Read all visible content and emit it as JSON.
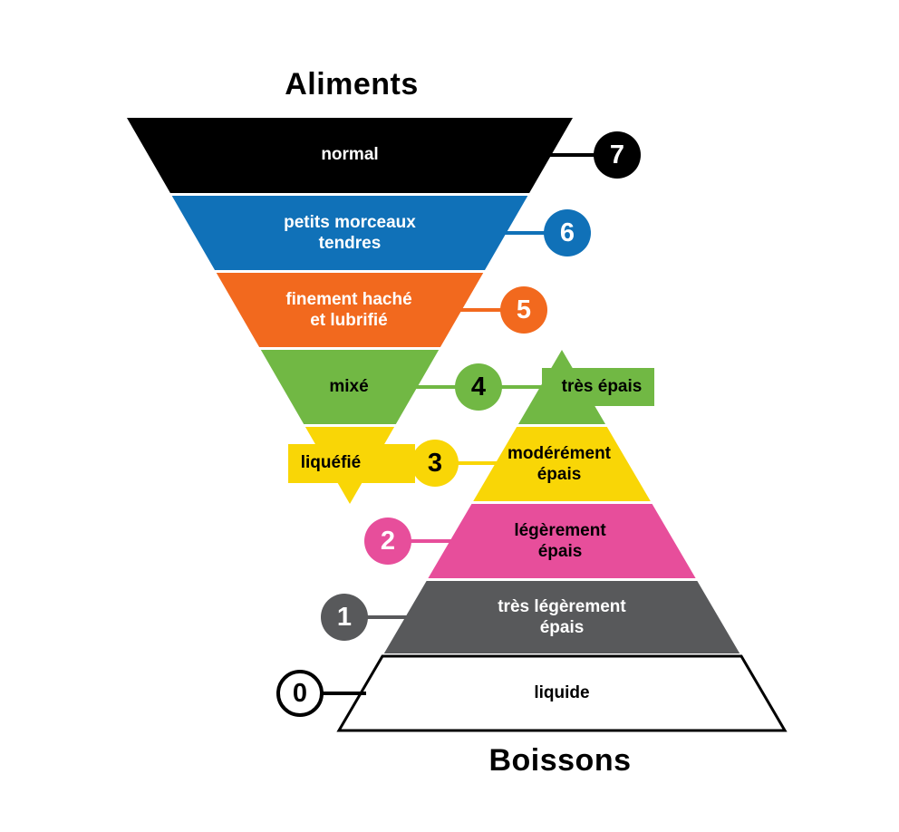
{
  "diagram": {
    "top_title": "Aliments",
    "bottom_title": "Boissons"
  },
  "aliments": {
    "levels": [
      {
        "number": "7",
        "label_lines": [
          "normal"
        ],
        "color": "#000000",
        "text_color": "#ffffff"
      },
      {
        "number": "6",
        "label_lines": [
          "petits morceaux",
          "tendres"
        ],
        "color": "#1071b8",
        "text_color": "#ffffff"
      },
      {
        "number": "5",
        "label_lines": [
          "finement haché",
          "et lubrifié"
        ],
        "color": "#f2691e",
        "text_color": "#ffffff"
      },
      {
        "number": "4",
        "label_lines": [
          "mixé"
        ],
        "color": "#71b844",
        "text_color": "#000000"
      },
      {
        "number": "3",
        "label_lines": [
          "liquéfié"
        ],
        "color": "#f9d606",
        "text_color": "#000000"
      }
    ]
  },
  "boissons": {
    "levels": [
      {
        "number": "4",
        "label_lines": [
          "très épais"
        ],
        "color": "#71b844",
        "text_color": "#000000"
      },
      {
        "number": "3",
        "label_lines": [
          "modérément",
          "épais"
        ],
        "color": "#f9d606",
        "text_color": "#000000"
      },
      {
        "number": "2",
        "label_lines": [
          "légèrement",
          "épais"
        ],
        "color": "#e74e9b",
        "text_color": "#000000"
      },
      {
        "number": "1",
        "label_lines": [
          "très légèrement",
          "épais"
        ],
        "color": "#58595b",
        "text_color": "#ffffff"
      },
      {
        "number": "0",
        "label_lines": [
          "liquide"
        ],
        "color": "#ffffff",
        "text_color": "#000000"
      }
    ]
  },
  "badges": [
    {
      "value": "7",
      "fill": "#000000",
      "text": "#ffffff",
      "line": "#000000"
    },
    {
      "value": "6",
      "fill": "#1071b8",
      "text": "#ffffff",
      "line": "#1071b8"
    },
    {
      "value": "5",
      "fill": "#f2691e",
      "text": "#ffffff",
      "line": "#f2691e"
    },
    {
      "value": "4",
      "fill": "#71b844",
      "text": "#000000",
      "line": "#71b844"
    },
    {
      "value": "3",
      "fill": "#f9d606",
      "text": "#000000",
      "line": "#f9d606"
    },
    {
      "value": "2",
      "fill": "#e74e9b",
      "text": "#ffffff",
      "line": "#e74e9b"
    },
    {
      "value": "1",
      "fill": "#58595b",
      "text": "#ffffff",
      "line": "#58595b"
    },
    {
      "value": "0",
      "fill": "#ffffff",
      "text": "#000000",
      "line": "#000000",
      "border": "#000000"
    }
  ]
}
